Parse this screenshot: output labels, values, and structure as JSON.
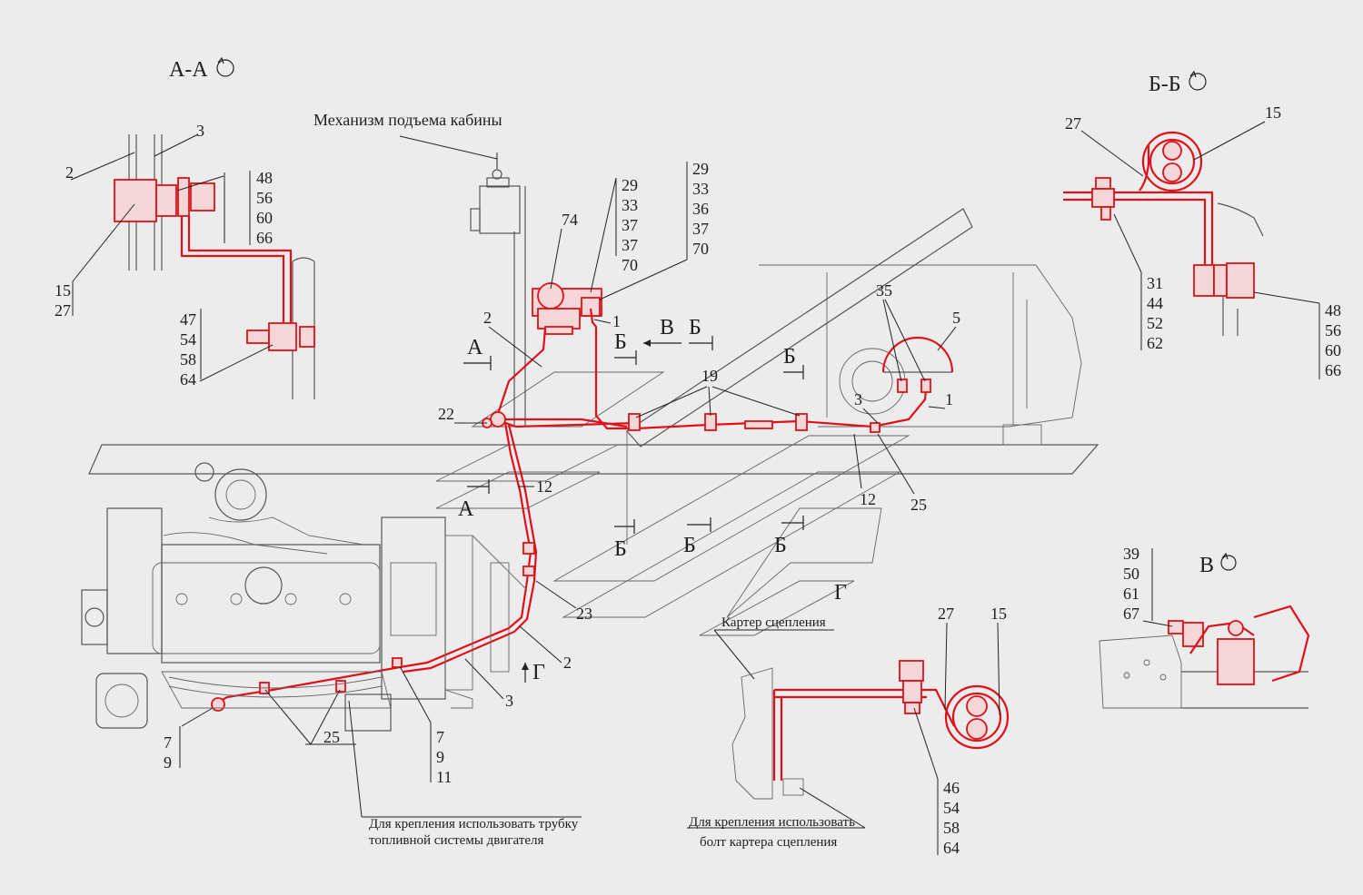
{
  "views": {
    "section_aa": "А-А",
    "section_bb": "Б-Б",
    "view_v": "В"
  },
  "captions": {
    "cab_lift": "Механизм подъема кабины",
    "clutch_housing": "Картер сцепления",
    "fuel_tube_note_1": "Для крепления использовать трубку",
    "fuel_tube_note_2": "топливной системы двигателя",
    "clutch_bolt_note_1": "Для крепления использовать",
    "clutch_bolt_note_2": "болт картера сцепления"
  },
  "markers": {
    "a": "А",
    "b": "Б",
    "v": "В",
    "g": "Г"
  },
  "callouts": {
    "aa_2": "2",
    "aa_3": "3",
    "aa_stack_top": [
      "48",
      "56",
      "60",
      "66"
    ],
    "aa_stack_left": [
      "15",
      "27"
    ],
    "aa_stack_bottom": [
      "47",
      "54",
      "58",
      "64"
    ],
    "main_74": "74",
    "main_stack_1": [
      "29",
      "33",
      "37",
      "37",
      "70"
    ],
    "main_stack_2": [
      "29",
      "33",
      "36",
      "37",
      "70"
    ],
    "main_2_top": "2",
    "main_1_top": "1",
    "main_22": "22",
    "main_19": "19",
    "main_35": "35",
    "main_5": "5",
    "main_3": "3",
    "main_1_right": "1",
    "main_12_left": "12",
    "main_12_right": "12",
    "main_25_right": "25",
    "main_23": "23",
    "main_2_bottom": "2",
    "main_3_bottom": "3",
    "main_25_bottom": "25",
    "main_stack_7": [
      "7",
      "9"
    ],
    "main_stack_7_9_11": [
      "7",
      "9",
      "11"
    ],
    "bb_27": "27",
    "bb_15": "15",
    "bb_stack_left": [
      "31",
      "44",
      "52",
      "62"
    ],
    "bb_stack_right": [
      "48",
      "56",
      "60",
      "66"
    ],
    "v_stack": [
      "39",
      "50",
      "61",
      "67"
    ],
    "g_27": "27",
    "g_15": "15",
    "g_stack": [
      "46",
      "54",
      "58",
      "64"
    ]
  },
  "colors": {
    "pipeline": "#e0101a",
    "linework": "#555555",
    "background": "#ececec"
  }
}
